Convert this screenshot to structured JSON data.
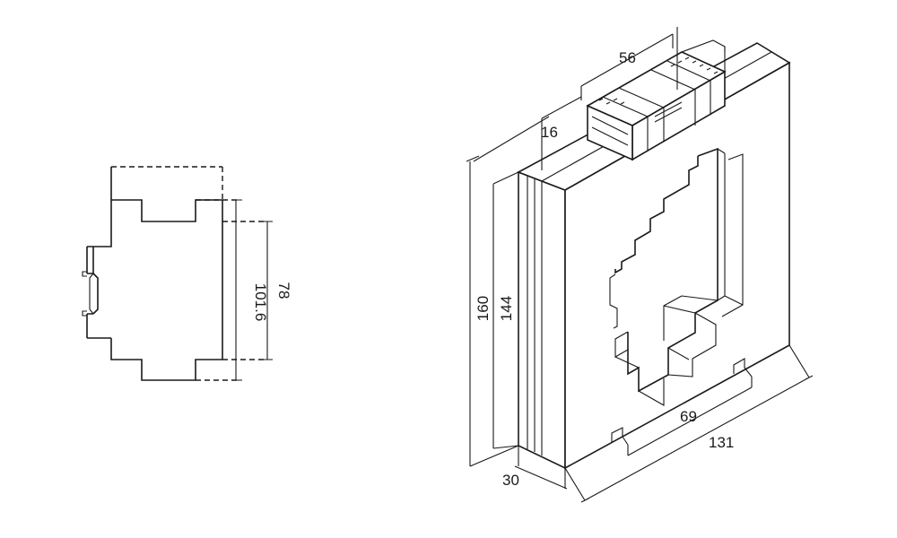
{
  "front_view": {
    "dimensions": {
      "width_78": "78",
      "width_101_6": "101.6"
    }
  },
  "iso_view": {
    "dimensions": {
      "terminal_width": "56",
      "terminal_depth": "16",
      "overall_height": "160",
      "window_height": "144",
      "depth": "30",
      "window_width": "69",
      "overall_width": "131"
    }
  },
  "colors": {
    "line": "#1a1a1a",
    "background": "#ffffff"
  }
}
